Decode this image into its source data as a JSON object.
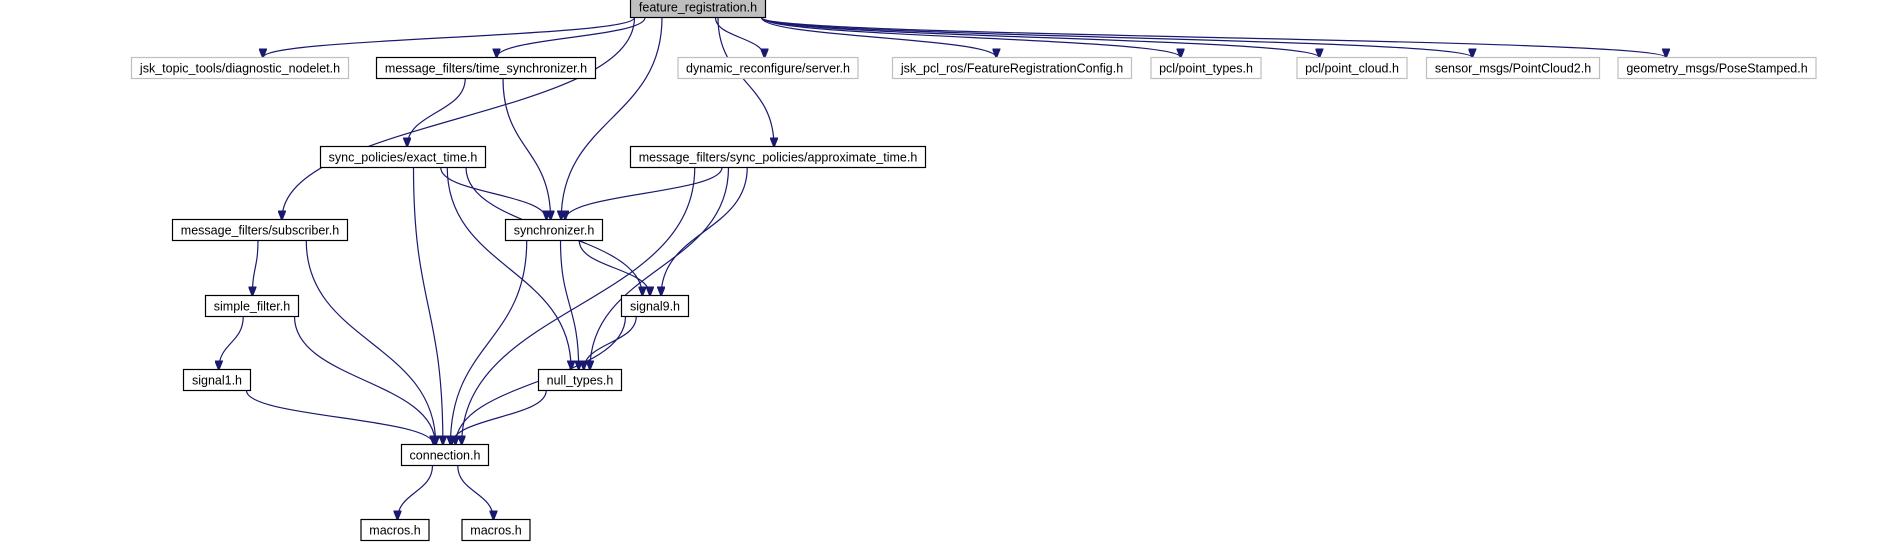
{
  "colors": {
    "edge": "#191970",
    "root_fill": "#bfbfbf",
    "internal_stroke": "#000000",
    "external_stroke": "#bfbfbf",
    "external_text": "#555555"
  },
  "nodes": [
    {
      "id": "feature_registration",
      "label": "feature_registration.h",
      "kind": "root"
    },
    {
      "id": "diagnostic_nodelet",
      "label": "jsk_topic_tools/diagnostic_nodelet.h",
      "kind": "external"
    },
    {
      "id": "time_synchronizer",
      "label": "message_filters/time_synchronizer.h",
      "kind": "internal"
    },
    {
      "id": "dynamic_reconfigure",
      "label": "dynamic_reconfigure/server.h",
      "kind": "external"
    },
    {
      "id": "feature_registration_config",
      "label": "jsk_pcl_ros/FeatureRegistrationConfig.h",
      "kind": "external"
    },
    {
      "id": "point_types",
      "label": "pcl/point_types.h",
      "kind": "external"
    },
    {
      "id": "point_cloud",
      "label": "pcl/point_cloud.h",
      "kind": "external"
    },
    {
      "id": "pointcloud2",
      "label": "sensor_msgs/PointCloud2.h",
      "kind": "external"
    },
    {
      "id": "pose_stamped",
      "label": "geometry_msgs/PoseStamped.h",
      "kind": "external"
    },
    {
      "id": "exact_time",
      "label": "sync_policies/exact_time.h",
      "kind": "internal"
    },
    {
      "id": "approximate_time",
      "label": "message_filters/sync_policies/approximate_time.h",
      "kind": "internal"
    },
    {
      "id": "subscriber",
      "label": "message_filters/subscriber.h",
      "kind": "internal"
    },
    {
      "id": "synchronizer",
      "label": "synchronizer.h",
      "kind": "internal"
    },
    {
      "id": "simple_filter",
      "label": "simple_filter.h",
      "kind": "internal"
    },
    {
      "id": "signal9",
      "label": "signal9.h",
      "kind": "internal"
    },
    {
      "id": "signal1",
      "label": "signal1.h",
      "kind": "internal"
    },
    {
      "id": "null_types",
      "label": "null_types.h",
      "kind": "internal"
    },
    {
      "id": "connection",
      "label": "connection.h",
      "kind": "internal"
    },
    {
      "id": "macros_a",
      "label": "macros.h",
      "kind": "internal"
    },
    {
      "id": "macros_b",
      "label": "macros.h",
      "kind": "internal"
    }
  ],
  "edges": [
    [
      "feature_registration",
      "diagnostic_nodelet"
    ],
    [
      "feature_registration",
      "subscriber"
    ],
    [
      "feature_registration",
      "time_synchronizer"
    ],
    [
      "feature_registration",
      "synchronizer"
    ],
    [
      "feature_registration",
      "dynamic_reconfigure"
    ],
    [
      "feature_registration",
      "approximate_time"
    ],
    [
      "feature_registration",
      "feature_registration_config"
    ],
    [
      "feature_registration",
      "point_types"
    ],
    [
      "feature_registration",
      "point_cloud"
    ],
    [
      "feature_registration",
      "pointcloud2"
    ],
    [
      "feature_registration",
      "pose_stamped"
    ],
    [
      "time_synchronizer",
      "exact_time"
    ],
    [
      "time_synchronizer",
      "synchronizer"
    ],
    [
      "exact_time",
      "synchronizer"
    ],
    [
      "exact_time",
      "signal9"
    ],
    [
      "exact_time",
      "null_types"
    ],
    [
      "exact_time",
      "connection"
    ],
    [
      "approximate_time",
      "synchronizer"
    ],
    [
      "approximate_time",
      "signal9"
    ],
    [
      "approximate_time",
      "null_types"
    ],
    [
      "approximate_time",
      "connection"
    ],
    [
      "subscriber",
      "simple_filter"
    ],
    [
      "subscriber",
      "connection"
    ],
    [
      "synchronizer",
      "signal9"
    ],
    [
      "synchronizer",
      "null_types"
    ],
    [
      "synchronizer",
      "connection"
    ],
    [
      "simple_filter",
      "signal1"
    ],
    [
      "simple_filter",
      "connection"
    ],
    [
      "signal9",
      "null_types"
    ],
    [
      "signal9",
      "connection"
    ],
    [
      "signal1",
      "connection"
    ],
    [
      "null_types",
      "connection"
    ],
    [
      "connection",
      "macros_a"
    ],
    [
      "connection",
      "macros_b"
    ]
  ]
}
